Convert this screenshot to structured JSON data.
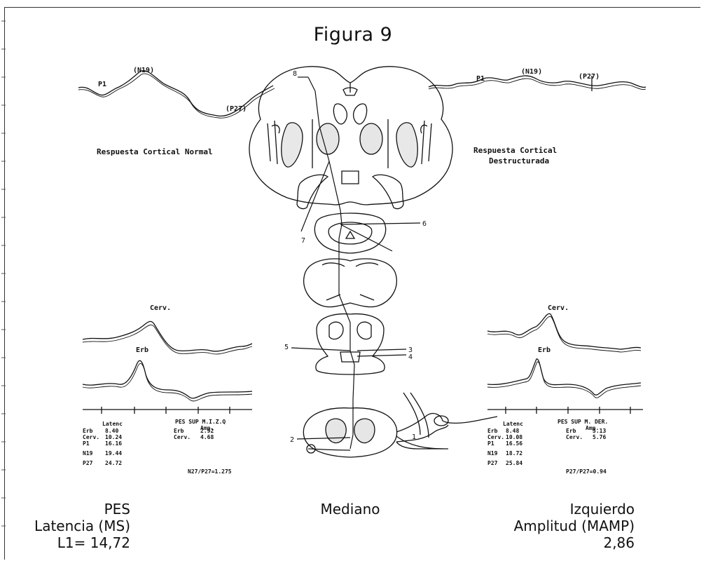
{
  "figure": {
    "title": "Figura 9"
  },
  "waveforms": {
    "top_left": {
      "labels": {
        "p1": "P1",
        "n19": "(N19)",
        "p27": "(P27)"
      },
      "caption": "Respuesta Cortical Normal"
    },
    "top_right": {
      "labels": {
        "p1": "P1",
        "n19": "(N19)",
        "p27": "(P27)"
      },
      "caption_line1": "Respuesta Cortical",
      "caption_line2": "Destructurada"
    },
    "left_lower": {
      "labels": {
        "cerv": "Cerv.",
        "erb": "Erb"
      },
      "header": "PES SUP  M.I.Z.Q",
      "col_lat": "Latenc",
      "col_amp": "Amp.",
      "rows": [
        {
          "name": "Erb",
          "lat": "8.40",
          "ampname": "Erb",
          "amp": "2.92"
        },
        {
          "name": "Cerv.",
          "lat": "10.24",
          "ampname": "Cerv.",
          "amp": "4.68"
        },
        {
          "name": "P1",
          "lat": "16.16",
          "ampname": "",
          "amp": ""
        },
        {
          "name": "N19",
          "lat": "19.44",
          "ampname": "",
          "amp": ""
        },
        {
          "name": "P27",
          "lat": "24.72",
          "ampname": "",
          "amp": ""
        }
      ],
      "footer_code": "N27/P27=1.275"
    },
    "right_lower": {
      "labels": {
        "cerv": "Cerv.",
        "erb": "Erb"
      },
      "header": "PES SUP  M. DER.",
      "col_lat": "Latenc",
      "col_amp": "Amp.",
      "rows": [
        {
          "name": "Erb",
          "lat": "8.48",
          "ampname": "Erb",
          "amp": "3.13"
        },
        {
          "name": "Cerv.",
          "lat": "10.08",
          "ampname": "Cerv.",
          "amp": "5.76"
        },
        {
          "name": "P1",
          "lat": "16.56",
          "ampname": "",
          "amp": ""
        },
        {
          "name": "N19",
          "lat": "18.72",
          "ampname": "",
          "amp": ""
        },
        {
          "name": "P27",
          "lat": "25.84",
          "ampname": "",
          "amp": ""
        }
      ],
      "footer_code": "P27/P27=0.94"
    }
  },
  "anatomy": {
    "markers": [
      "1",
      "2",
      "3",
      "4",
      "5",
      "6",
      "7",
      "8"
    ]
  },
  "captions": {
    "left_line1": "PES",
    "left_line2": "Latencia (MS)",
    "left_line3": "L1= 14,72",
    "center": "Mediano",
    "right_line1": "Izquierdo",
    "right_line2": "Amplitud (MAMP)",
    "right_line3": "2,86"
  },
  "colors": {
    "ink": "#111111",
    "paper": "#ffffff"
  }
}
